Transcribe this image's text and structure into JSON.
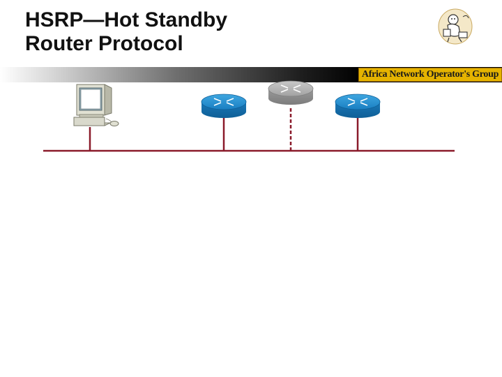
{
  "slide": {
    "title_line1": "HSRP—Hot Standby",
    "title_line2": "Router Protocol",
    "org_banner": "Africa Network Operator's Group"
  },
  "icons": {
    "logo": "mascot-logo-icon",
    "host": "workstation-icon",
    "router": "router-icon",
    "virtual_router": "virtual-router-icon"
  },
  "colors": {
    "router_blue": "#1f86c6",
    "virtual_router_gray": "#a8a8a8",
    "link_line": "#8a1a2a",
    "banner_gold": "#e5b300"
  }
}
